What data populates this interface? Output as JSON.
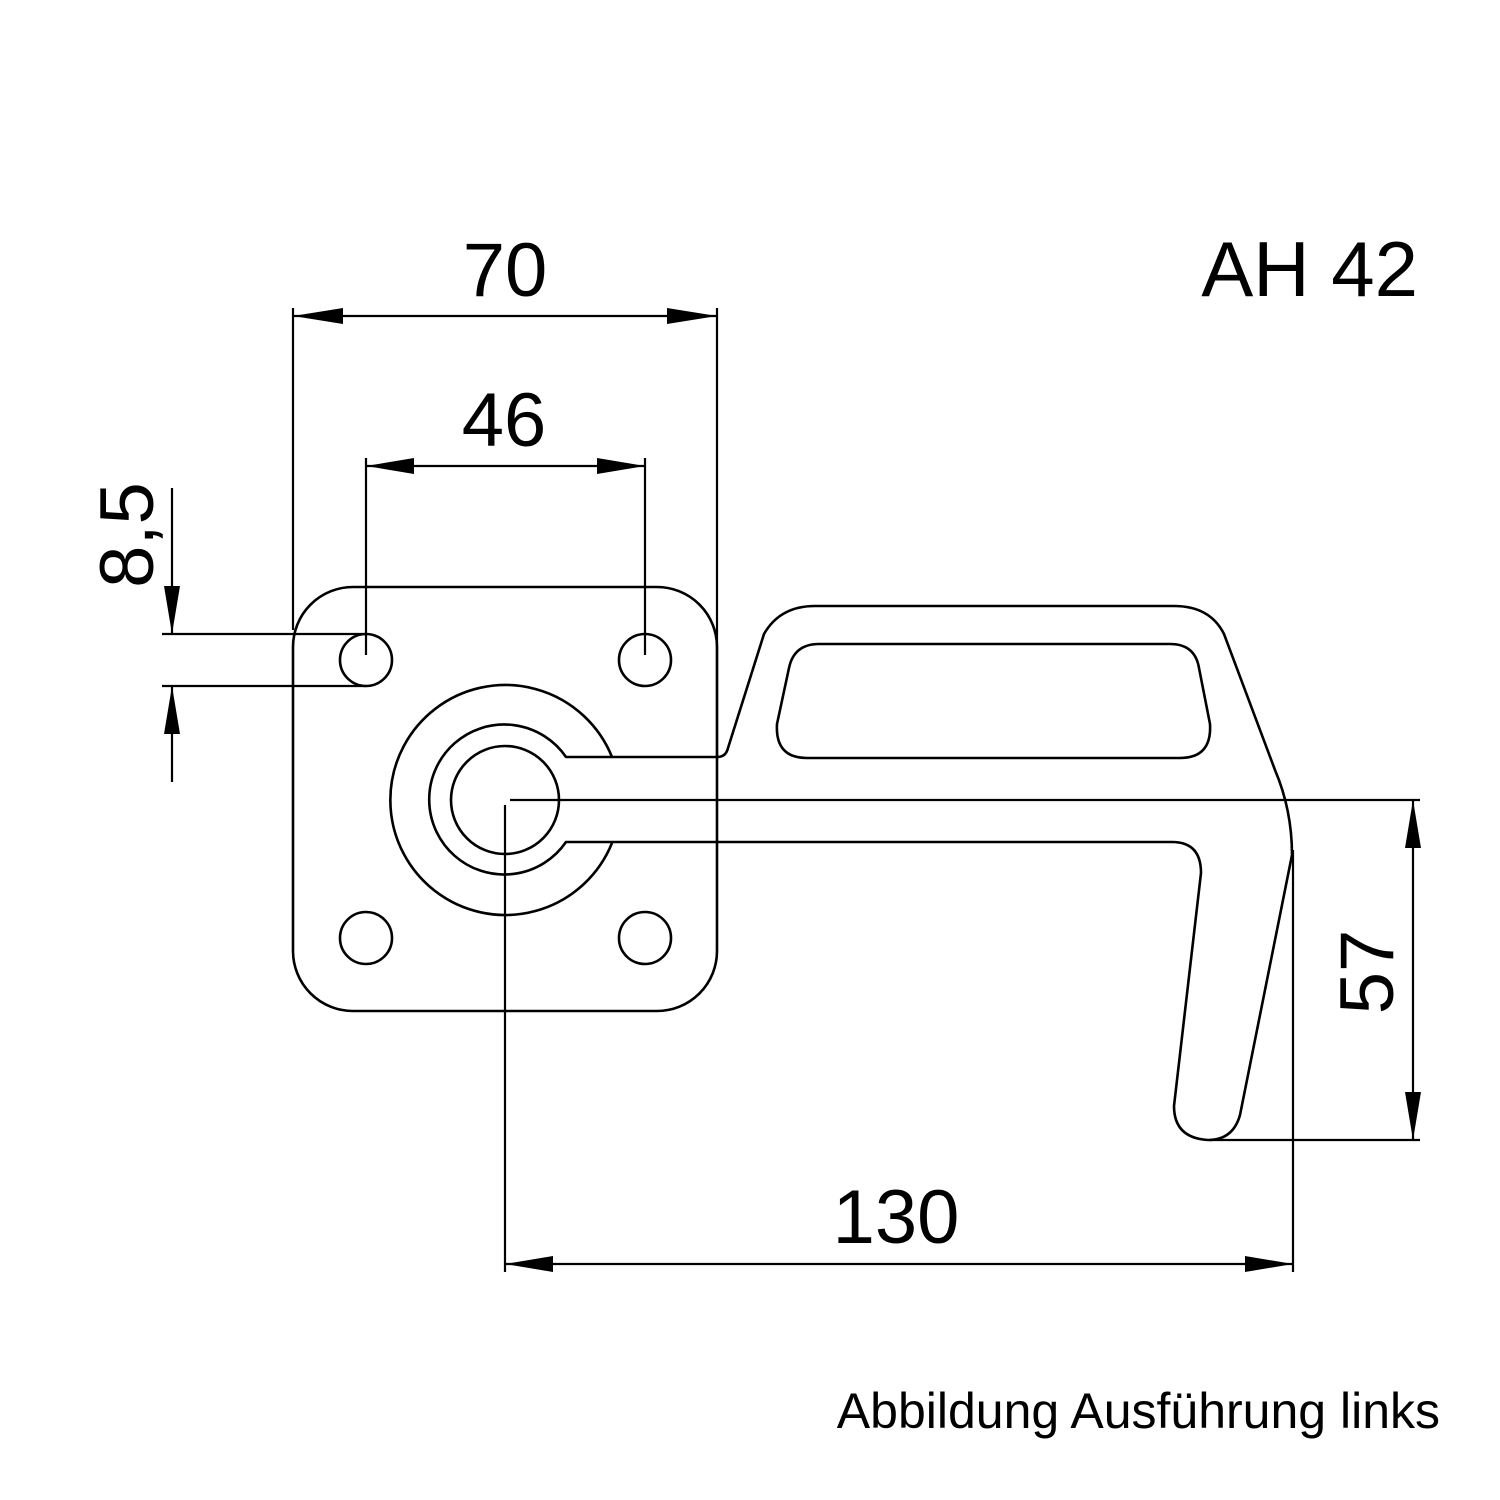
{
  "title": "AH 42",
  "caption": "Abbildung Ausführung links",
  "dimensions": {
    "plate_width": "70",
    "hole_spacing": "46",
    "hole_diameter": "8,5",
    "hook_depth": "57",
    "total_length": "130"
  }
}
